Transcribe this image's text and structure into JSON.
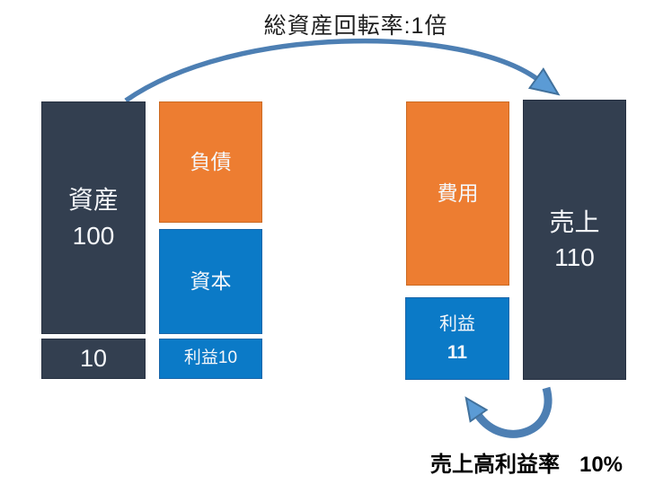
{
  "title": "総資産回転率:1倍",
  "left_group": {
    "assets_bar": {
      "label": "資産",
      "value": "100"
    },
    "assets_small": {
      "value": "10"
    },
    "liabilities_box": {
      "label": "負債"
    },
    "capital_box": {
      "label": "資本"
    },
    "profit_small_box": {
      "label": "利益10"
    }
  },
  "right_group": {
    "expenses_box": {
      "label": "費用"
    },
    "profit_box": {
      "label": "利益",
      "value": "11"
    },
    "sales_bar": {
      "label": "売上",
      "value": "110"
    }
  },
  "bottom_label": {
    "text": "売上高利益率",
    "value": "10%"
  },
  "icons": {
    "top_arrow": "curved-arrow-left-to-right",
    "bottom_arrow": "curved-u-arrow-up-left"
  },
  "colors": {
    "dark_navy": "#333f50",
    "orange": "#ed7d31",
    "blue": "#0b7ac7",
    "arrow_stroke": "#4d7fb3",
    "arrow_head_fill": "#5b9bd5",
    "arrow_head_outline": "#41719c",
    "background": "#ffffff"
  }
}
